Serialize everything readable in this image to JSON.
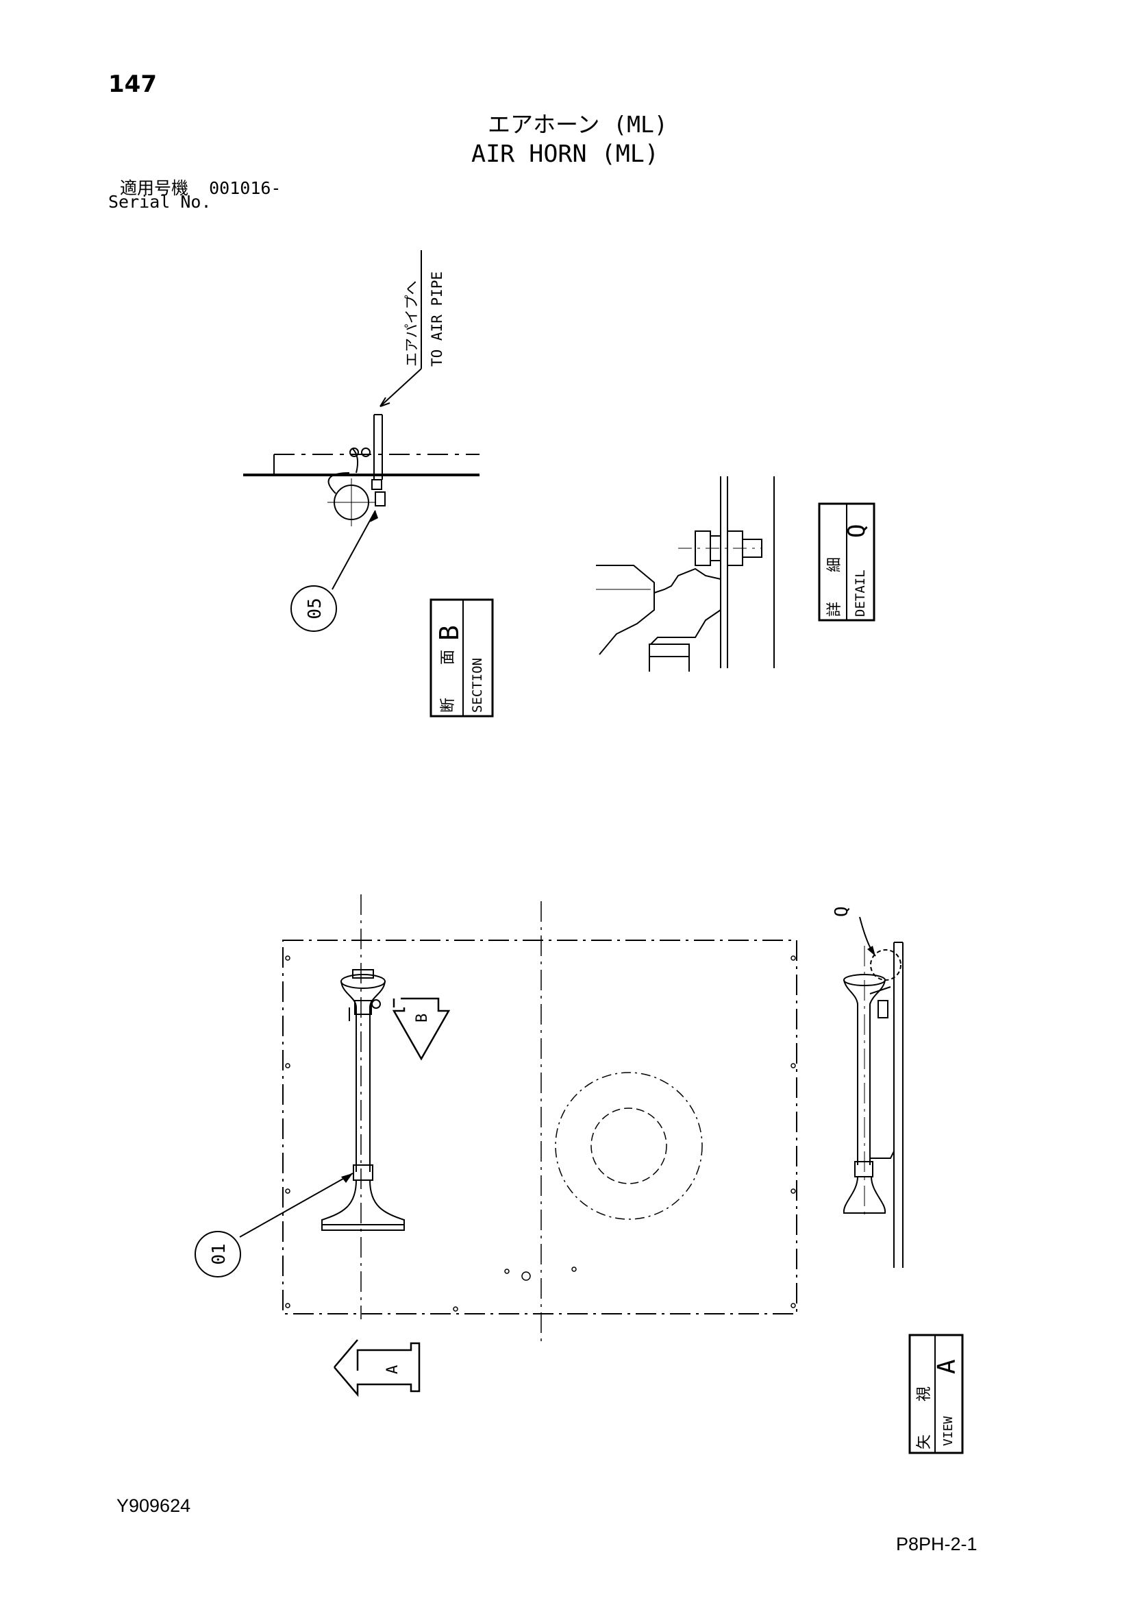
{
  "header": {
    "page_number": "147",
    "title_jp": "エアホーン (ML)",
    "title_en": "AIR HORN (ML)",
    "serial_label_jp": "適用号機",
    "serial_value": "001016-",
    "serial_label_en": "Serial No."
  },
  "callouts": {
    "air_pipe_jp": "エアパイプへ",
    "air_pipe_en": "TO AIR PIPE",
    "part_05": "05",
    "part_01": "01",
    "detail_q_letter": "Q"
  },
  "view_boxes": {
    "section_b": {
      "kanji_1": "断",
      "kanji_2": "面",
      "letter": "B",
      "label": "SECTION"
    },
    "detail_q": {
      "kanji_1": "詳",
      "kanji_2": "細",
      "letter": "Q",
      "label": "DETAIL"
    },
    "view_a": {
      "kanji_1": "矢",
      "kanji_2": "視",
      "letter": "A",
      "label": "VIEW"
    }
  },
  "arrows": {
    "arrow_b": "B",
    "arrow_a": "A"
  },
  "footer": {
    "doc_code": "Y909624",
    "sheet_code": "P8PH-2-1"
  }
}
